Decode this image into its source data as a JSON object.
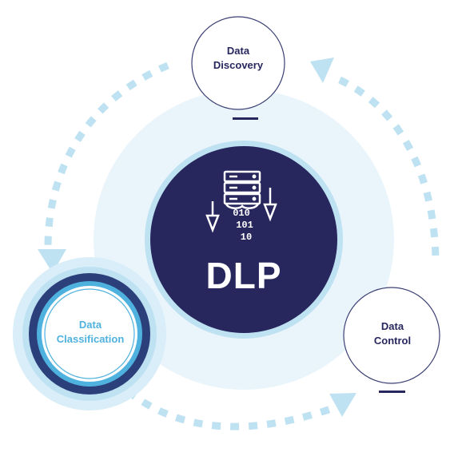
{
  "center": {
    "title": "DLP"
  },
  "nodes": {
    "discovery": {
      "line1": "Data",
      "line2": "Discovery"
    },
    "control": {
      "line1": "Data",
      "line2": "Control"
    },
    "classification": {
      "line1": "Data",
      "line2": "Classification"
    }
  },
  "binary": {
    "row1": "010",
    "row2": "101",
    "row3": "10"
  },
  "colors": {
    "navy": "#27275e",
    "light_blue": "#4fb1dd",
    "pale_ring": "#d9eef8",
    "halo": "#eaf5fb",
    "dashes": "#bfe2f2"
  },
  "icons": [
    "server-icon",
    "down-arrow-icon",
    "cycle-arrow-icon"
  ]
}
